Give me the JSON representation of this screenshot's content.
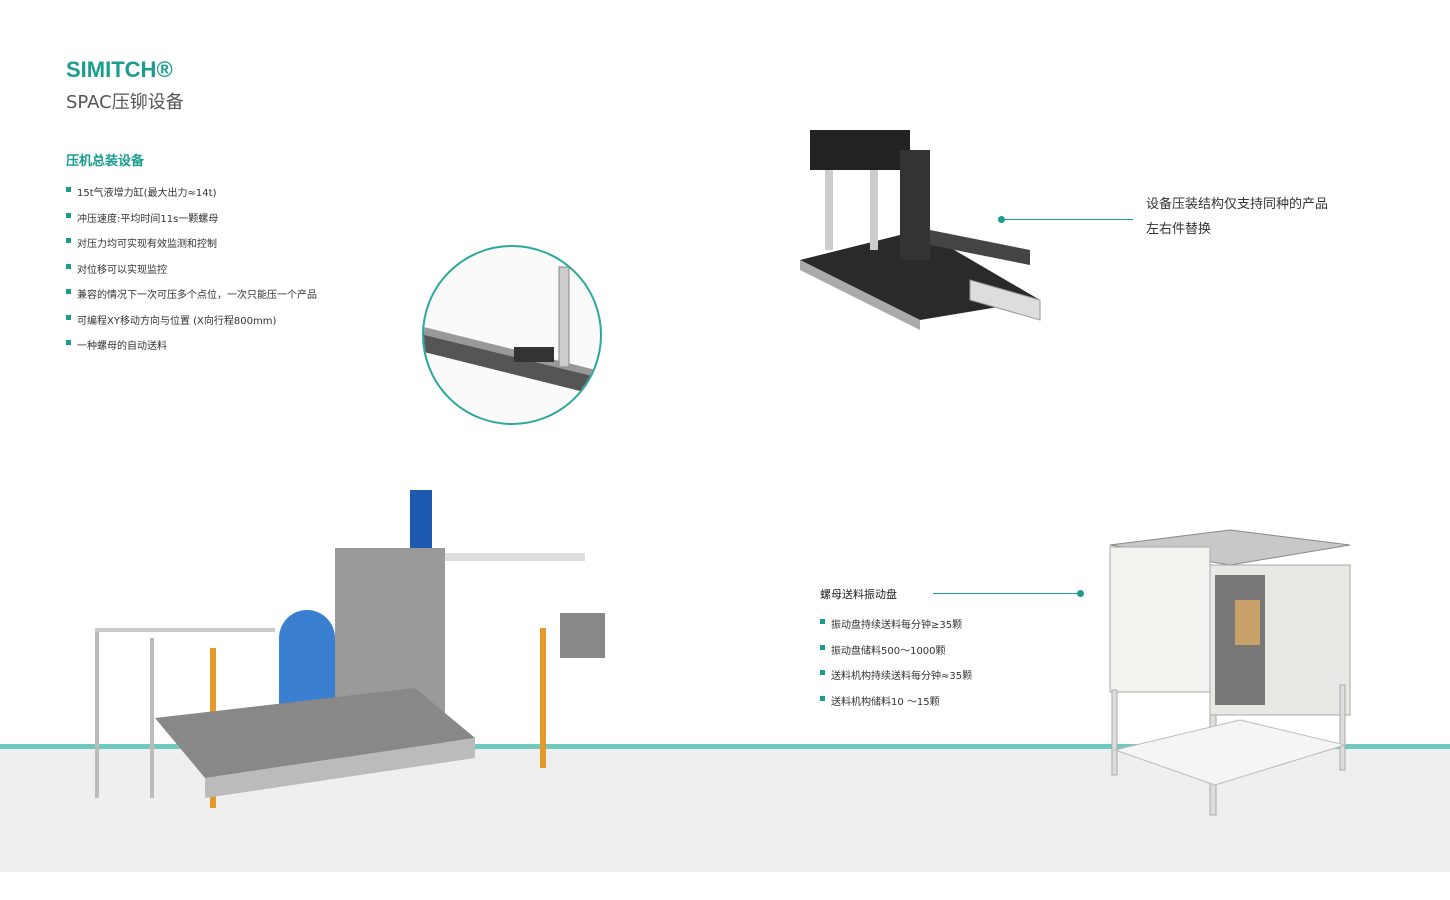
{
  "brand": "SIMITCH®",
  "subtitle": "SPAC压铆设备",
  "section1": {
    "title": "压机总装设备",
    "items": [
      "15t气液增力缸(最大出力≈14t)",
      "冲压速度:平均时间11s一颗螺母",
      "对压力均可实现有效监测和控制",
      "对位移可以实现监控",
      "兼容的情况下一次可压多个点位，一次只能压一个产品",
      "可编程XY移动方向与位置 (X向行程800mm)",
      "一种螺母的自动送料"
    ]
  },
  "note": {
    "lines": [
      "设备压装结构仅支持同种的产品",
      "左右件替换"
    ]
  },
  "section2": {
    "title": "螺母送料振动盘",
    "items": [
      "振动盘持续送料每分钟≥35颗",
      "振动盘储料500～1000颗",
      "送料机构持续送料每分钟≈35颗",
      "送料机构储料10 ～15颗"
    ]
  },
  "colors": {
    "accent": "#1a9c8f",
    "floor_stripe": "#72c9bf"
  }
}
